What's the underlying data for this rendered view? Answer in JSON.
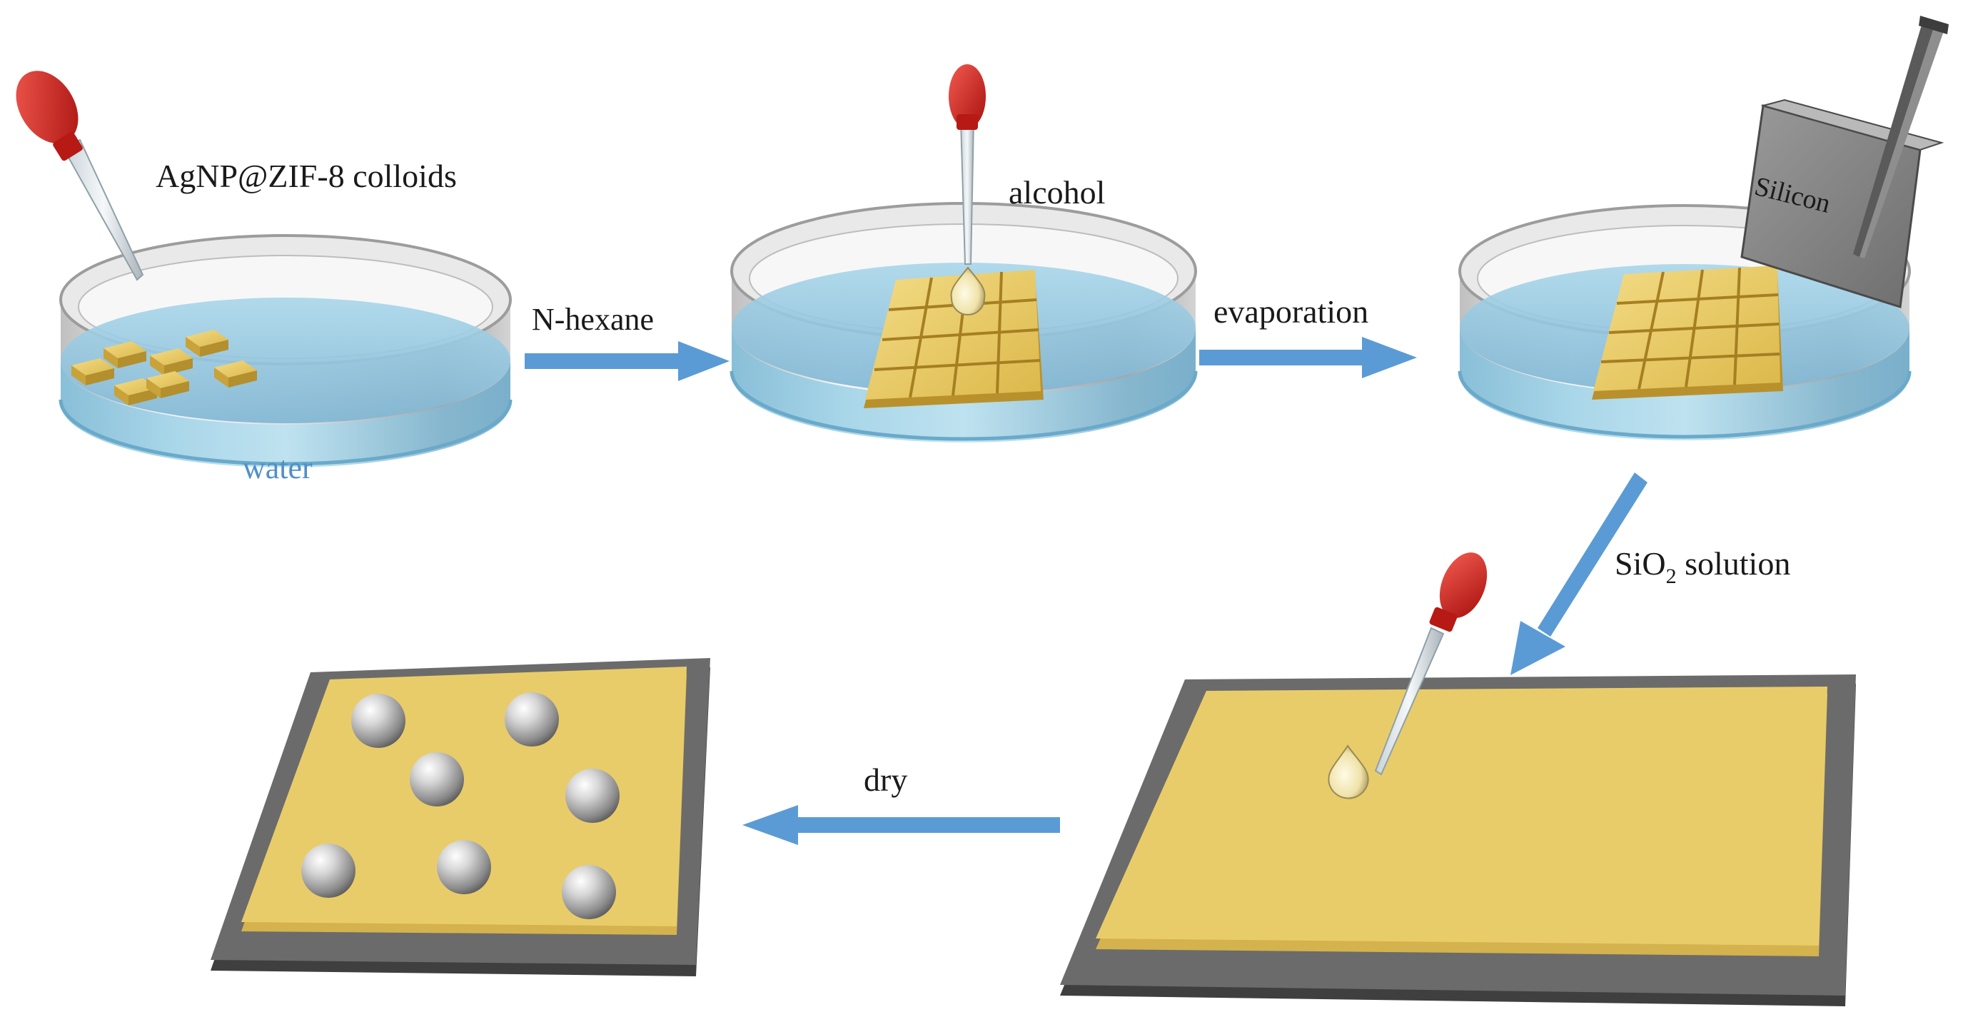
{
  "labels": {
    "colloids": "AgNP@ZIF-8  colloids",
    "water": "water",
    "nhexane": "N-hexane",
    "alcohol": "alcohol",
    "evaporation": "evaporation",
    "silicon": "Silicon",
    "sio2_main": "SiO",
    "sio2_sub": "2",
    "sio2_rest": " solution",
    "dry": "dry"
  },
  "colors": {
    "arrow": "#5b9bd5",
    "water": "#8ec6e0",
    "gold": "#e8c85e",
    "substrate": "#5f5f5f",
    "dropper": "#d4231f"
  }
}
